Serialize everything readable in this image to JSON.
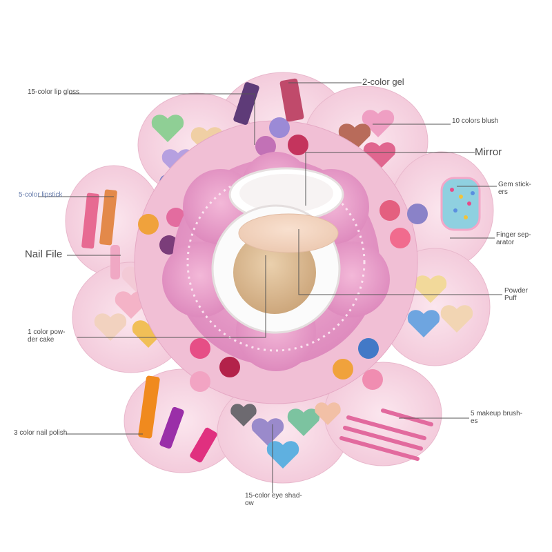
{
  "annotations": {
    "lip_gloss": "15-color lip gloss",
    "gel": "2-color gel",
    "blush": "10 colors blush",
    "mirror": "Mirror",
    "lipstick": "5-color lipstick",
    "gem_stickers": "Gem stick-\ners",
    "finger_separator": "Finger sep-\narator",
    "nail_file": "Nail File",
    "powder_puff": "Powder\nPuff",
    "powder_cake": "1 color pow-\nder cake",
    "nail_polish": "3 color nail polish",
    "brushes": "5 makeup brush-\nes",
    "eye_shadow": "15-color eye shad-\now"
  },
  "colors": {
    "pink_light": "#f6d3e0",
    "pink_mid": "#e9a9c8",
    "pink_deep": "#d97cb4",
    "leader_line": "#555555"
  }
}
